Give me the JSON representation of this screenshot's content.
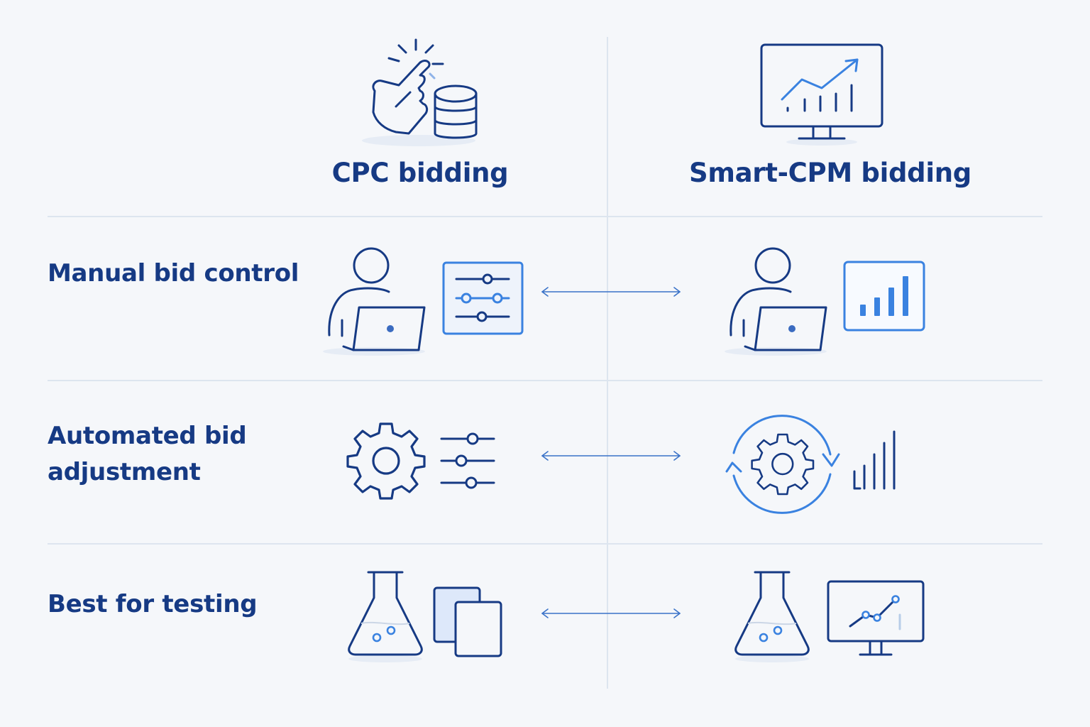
{
  "columns": [
    {
      "title": "CPC bidding",
      "icon": "hand-tap-coins-icon"
    },
    {
      "title": "Smart-CPM bidding",
      "icon": "monitor-growth-chart-icon"
    }
  ],
  "rows": [
    {
      "label": "Manual bid control",
      "left_icons": [
        "person-laptop-icon",
        "sliders-panel-icon"
      ],
      "right_icons": [
        "person-laptop-icon",
        "bar-chart-panel-icon"
      ]
    },
    {
      "label": "Automated bid adjustment",
      "left_icons": [
        "gear-icon",
        "sliders-icon"
      ],
      "right_icons": [
        "cycle-gear-icon",
        "bars-icon"
      ]
    },
    {
      "label": "Best for testing",
      "left_icons": [
        "flask-icon",
        "documents-icon"
      ],
      "right_icons": [
        "flask-icon",
        "monitor-line-chart-icon"
      ]
    }
  ],
  "colors": {
    "navy": "#163a84",
    "accent": "#3a82e0",
    "divider": "#dde5ef",
    "background": "#f5f7fa"
  }
}
